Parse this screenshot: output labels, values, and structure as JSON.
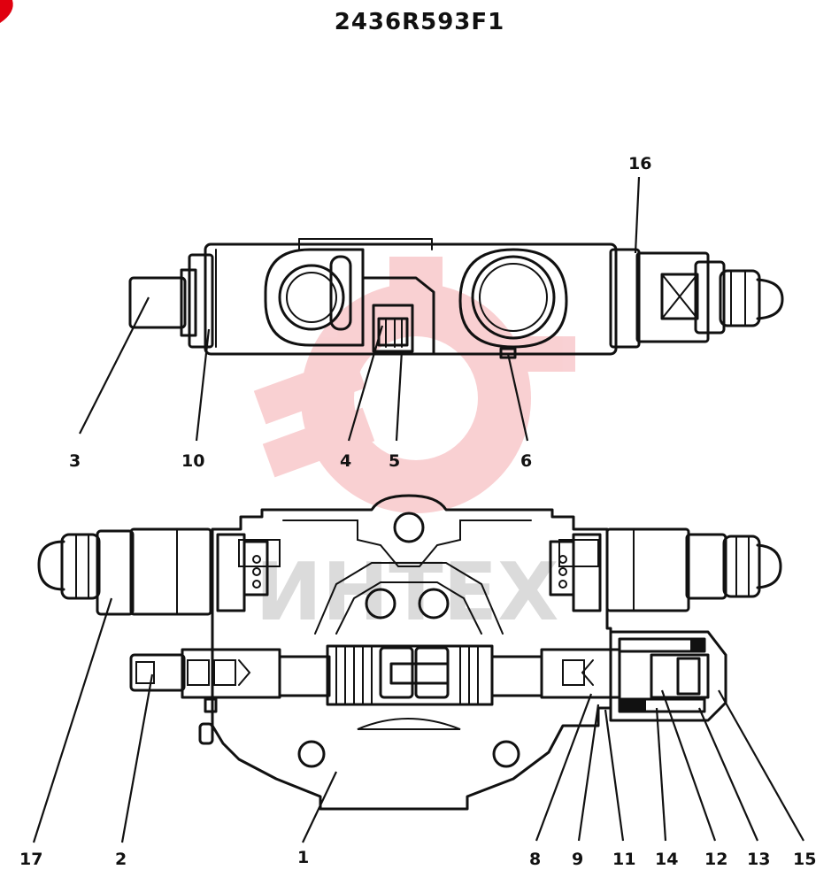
{
  "title": "2436R593F1",
  "watermark": {
    "text": "ИНТЕХ",
    "color": "#e0000f"
  },
  "callouts": {
    "c3": "3",
    "c10": "10",
    "c4": "4",
    "c5": "5",
    "c6": "6",
    "c16": "16",
    "c17": "17",
    "c2": "2",
    "c1": "1",
    "c8": "8",
    "c9": "9",
    "c11": "11",
    "c14": "14",
    "c12": "12",
    "c13": "13",
    "c15": "15"
  }
}
